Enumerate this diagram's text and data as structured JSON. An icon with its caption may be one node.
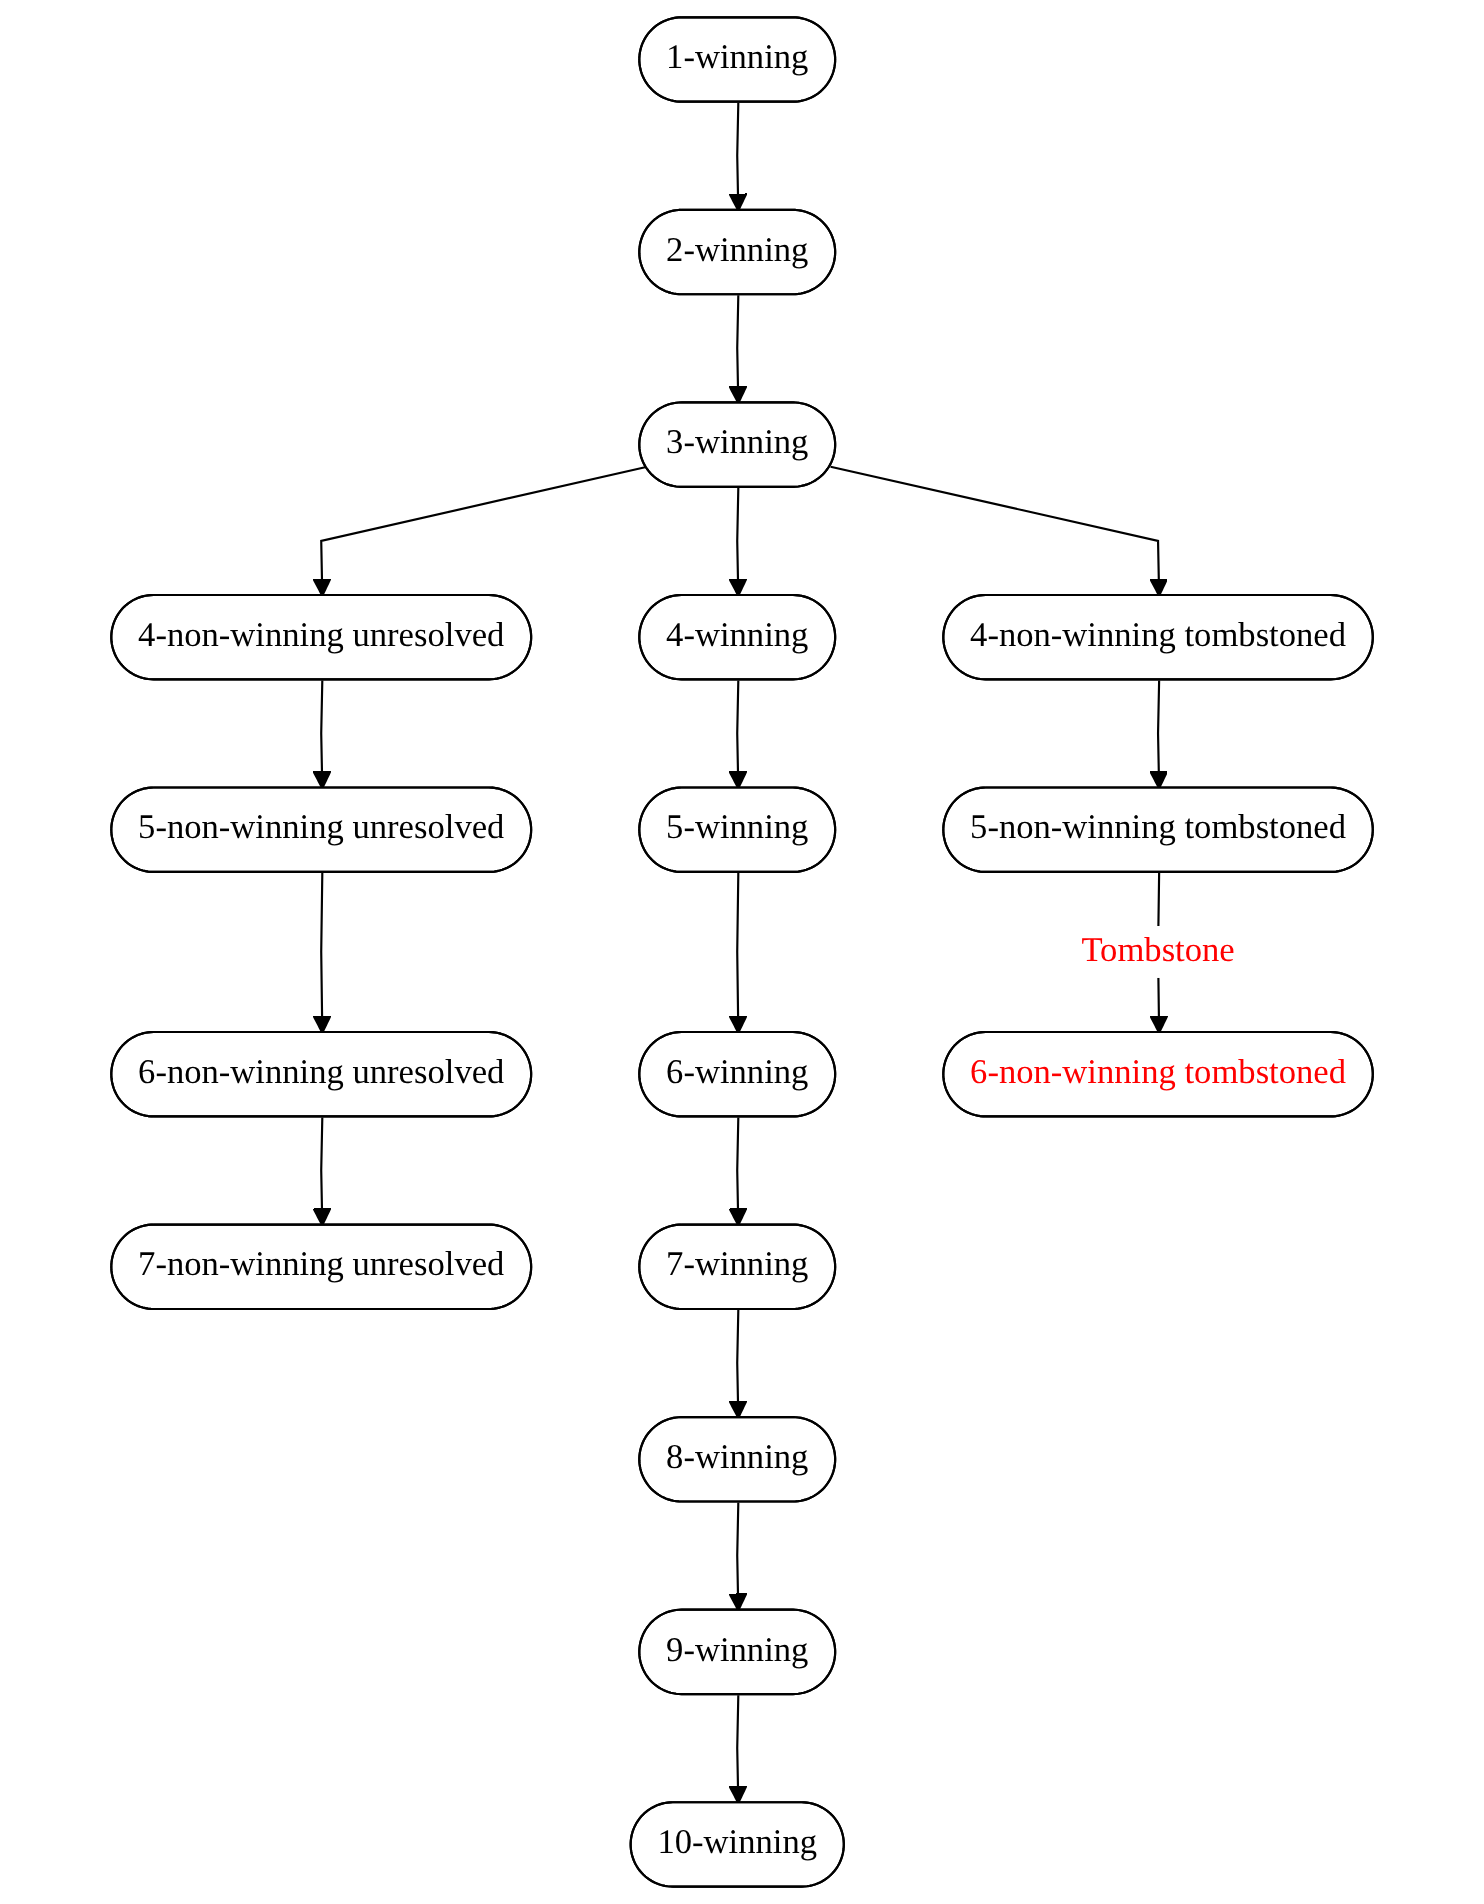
{
  "diagram": {
    "nodes": [
      {
        "text": [
          "1-winning"
        ]
      },
      {
        "text": [
          "2-winning"
        ]
      },
      {
        "text": [
          "3-winning"
        ]
      },
      {
        "text": [
          "4-non-winning unresolved"
        ]
      },
      {
        "text": [
          "4-winning"
        ]
      },
      {
        "text": [
          "4-non-winning tombstoned"
        ]
      },
      {
        "text": [
          "5-non-winning unresolved"
        ]
      },
      {
        "text": [
          "5-winning"
        ]
      },
      {
        "text": [
          "5-non-winning tombstoned"
        ]
      },
      {
        "text": [
          "6-non-winning unresolved"
        ]
      },
      {
        "text": [
          "6-winning"
        ]
      },
      {
        "text": [
          "6-non-winning tombstoned"
        ]
      },
      {
        "text": [
          "7-non-winning unresolved"
        ]
      },
      {
        "text": [
          "7-winning"
        ]
      },
      {
        "text": [
          "8-winning"
        ]
      },
      {
        "text": [
          "9-winning"
        ]
      },
      {
        "text": [
          "10-winning"
        ]
      }
    ],
    "edges": [
      {
        "from": 0,
        "to": 1,
        "arrow": "to"
      },
      {
        "from": 1,
        "to": 2,
        "arrow": "to"
      },
      {
        "from": 2,
        "to": 3,
        "arrow": "to"
      },
      {
        "from": 2,
        "to": 4,
        "arrow": "to"
      },
      {
        "from": 2,
        "to": 5,
        "arrow": "to"
      },
      {
        "from": 3,
        "to": 6,
        "arrow": "to"
      },
      {
        "from": 4,
        "to": 7,
        "arrow": "to"
      },
      {
        "from": 5,
        "to": 8,
        "arrow": "to"
      },
      {
        "from": 6,
        "to": 9,
        "arrow": "to"
      },
      {
        "from": 7,
        "to": 10,
        "arrow": "to"
      },
      {
        "from": 8,
        "to": 11,
        "arrow": "to",
        "label": "Tombstone"
      },
      {
        "from": 9,
        "to": 12,
        "arrow": "to"
      },
      {
        "from": 10,
        "to": 13,
        "arrow": "to"
      },
      {
        "from": 13,
        "to": 14,
        "arrow": "to"
      },
      {
        "from": 14,
        "to": 15,
        "arrow": "to"
      },
      {
        "from": 15,
        "to": 16,
        "arrow": "to"
      }
    ]
  }
}
